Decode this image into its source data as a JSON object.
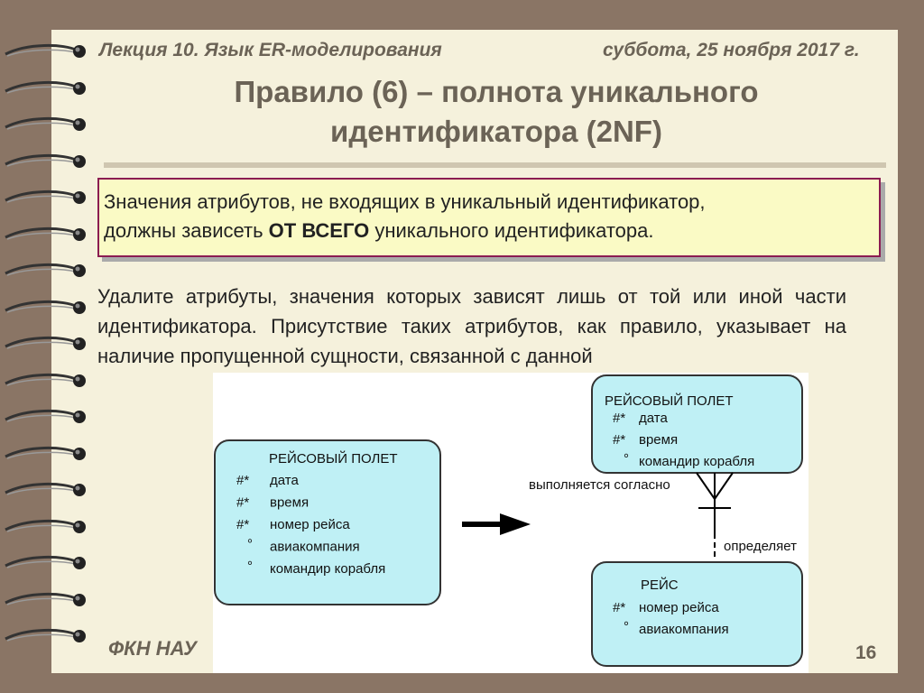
{
  "header": {
    "lecture": "Лекция 10.  Язык ER-моделирования",
    "date": "суббота, 25 ноября 2017 г."
  },
  "title_line1": "Правило (6) – полнота уникального",
  "title_line2": "идентификатора (2NF)",
  "rule_box": {
    "line1": "Значения атрибутов, не входящих в уникальный идентификатор,",
    "line2_before": "должны зависеть ",
    "line2_bold": "ОТ ВСЕГО",
    "line2_after": " уникального идентификатора."
  },
  "body_text": "Удалите атрибуты, значения которых зависят лишь от той или иной части идентификатора. Присутствие таких атрибутов, как правило, указывает на наличие пропущенной сущности, связанной с данной",
  "diagram": {
    "left_entity": {
      "name": "РЕЙСОВЫЙ ПОЛЕТ",
      "attrs": [
        {
          "mark": "#*",
          "label": "дата"
        },
        {
          "mark": "#*",
          "label": "время"
        },
        {
          "mark": "#*",
          "label": "номер рейса"
        },
        {
          "mark": "°",
          "label": "авиакомпания"
        },
        {
          "mark": "°",
          "label": "командир корабля"
        }
      ]
    },
    "right_top_entity": {
      "name": "РЕЙСОВЫЙ ПОЛЕТ",
      "attrs": [
        {
          "mark": "#*",
          "label": "дата"
        },
        {
          "mark": "#*",
          "label": "время"
        },
        {
          "mark": "°",
          "label": "командир корабля"
        }
      ]
    },
    "right_bottom_entity": {
      "name": "РЕЙС",
      "attrs": [
        {
          "mark": "#*",
          "label": "номер рейса"
        },
        {
          "mark": "°",
          "label": "авиакомпания"
        }
      ]
    },
    "rel_top_label": "выполняется согласно",
    "rel_bottom_label": "определяет"
  },
  "footer": {
    "org": "ФКН НАУ",
    "page": "16"
  },
  "colors": {
    "background": "#8a7565",
    "page": "#f5f1dc",
    "entity_fill": "#bff0f5",
    "box_border": "#8b1c52",
    "box_fill": "#fafac5"
  }
}
